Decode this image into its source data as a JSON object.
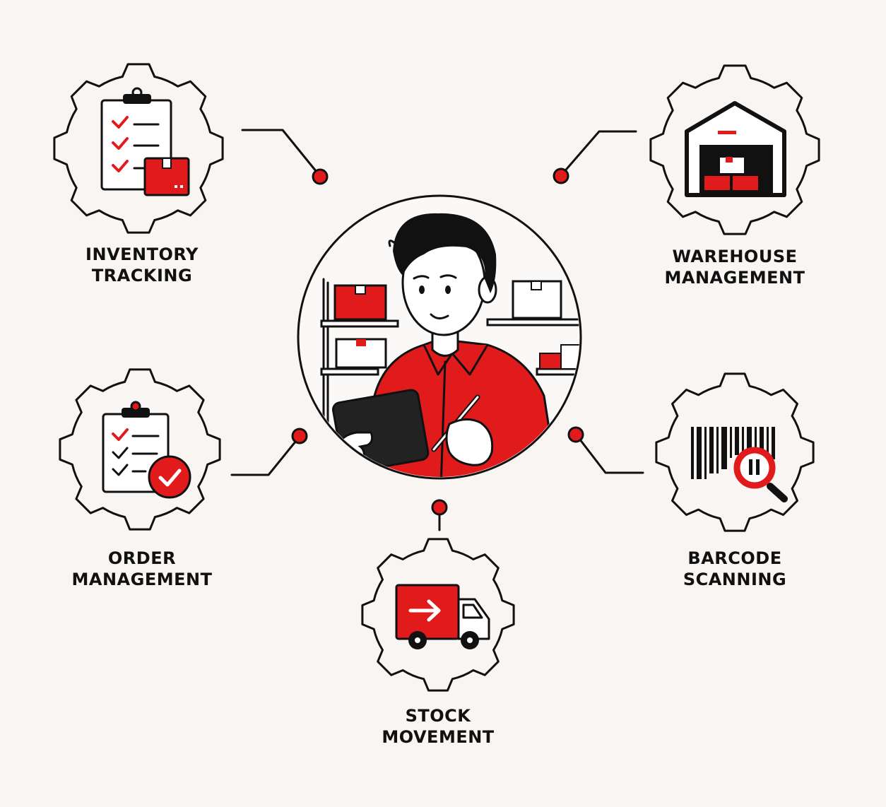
{
  "colors": {
    "accent": "#e11b1b",
    "ink": "#111111",
    "background": "#f8f5f3"
  },
  "center": {
    "icon": "worker-with-tablet-icon"
  },
  "nodes": [
    {
      "id": "inventory-tracking",
      "icon": "clipboard-checklist-box-icon",
      "label_line1": "INVENTORY",
      "label_line2": "TRACKING"
    },
    {
      "id": "warehouse-management",
      "icon": "warehouse-icon",
      "label_line1": "WAREHOUSE",
      "label_line2": "MANAGEMENT"
    },
    {
      "id": "order-management",
      "icon": "clipboard-check-icon",
      "label_line1": "ORDER",
      "label_line2": "MANAGEMENT"
    },
    {
      "id": "barcode-scanning",
      "icon": "barcode-magnifier-icon",
      "label_line1": "BARCODE",
      "label_line2": "SCANNING"
    },
    {
      "id": "stock-movement",
      "icon": "delivery-truck-icon",
      "label_line1": "STOCK",
      "label_line2": "MOVEMENT"
    }
  ]
}
